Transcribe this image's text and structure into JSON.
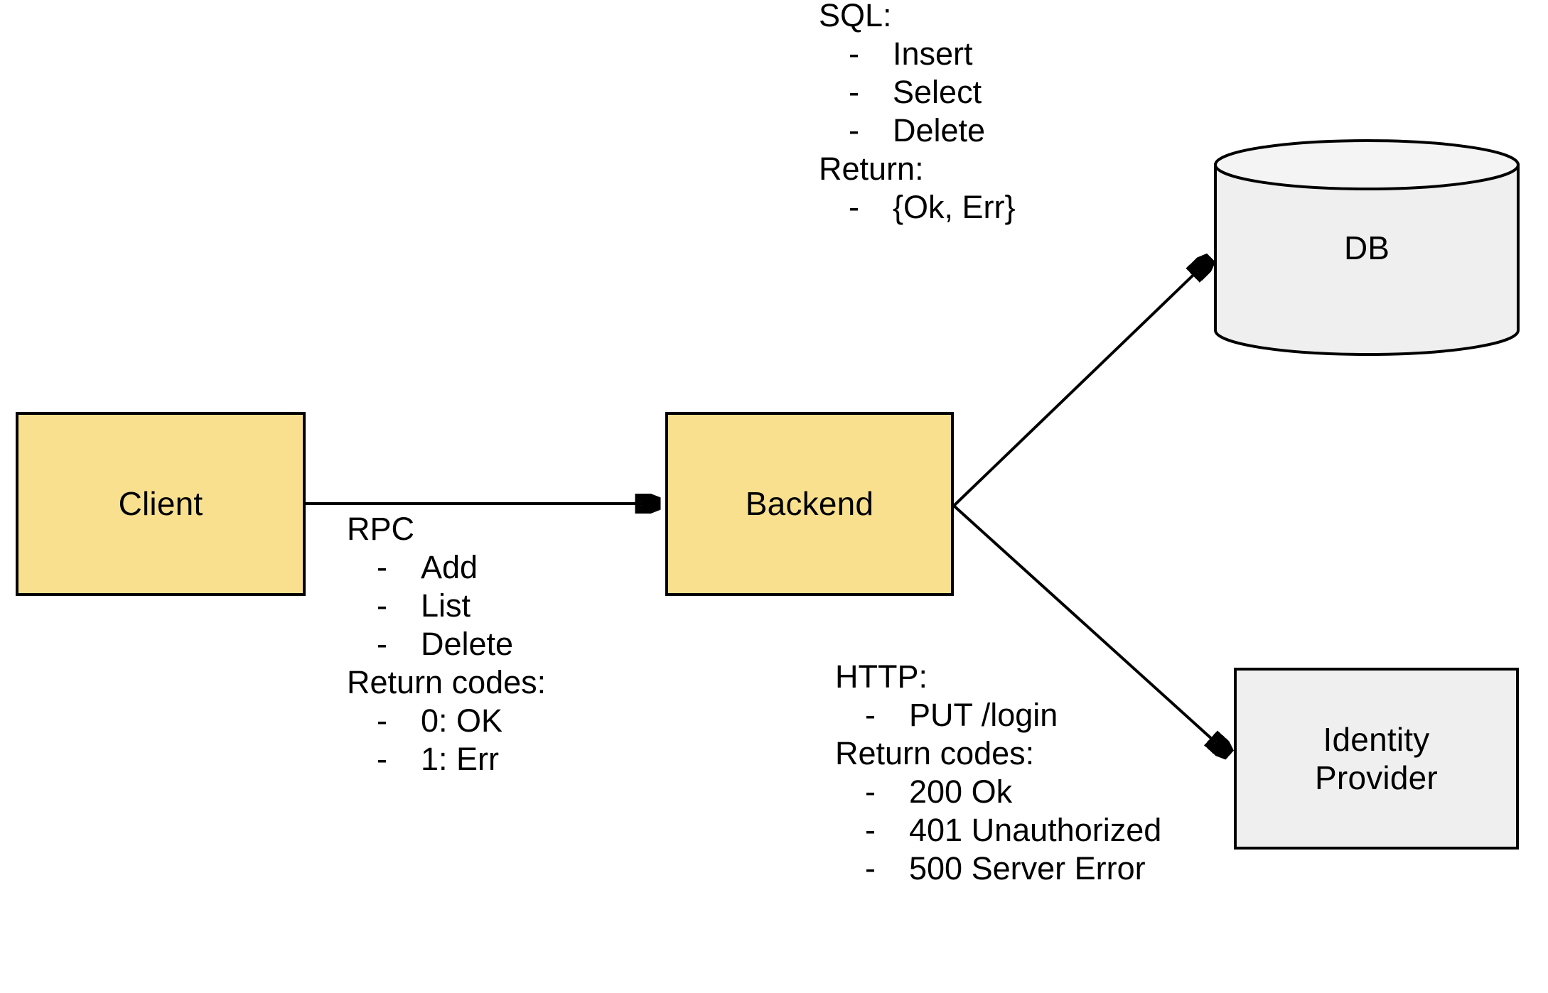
{
  "nodes": {
    "client": {
      "label": "Client",
      "fill": "#F8E08E",
      "shape": "rect"
    },
    "backend": {
      "label": "Backend",
      "fill": "#F8E08E",
      "shape": "rect"
    },
    "db": {
      "label": "DB",
      "fill": "#EFEFEF",
      "shape": "cylinder"
    },
    "identity_provider": {
      "label": "Identity\nProvider",
      "line1": "Identity",
      "line2": "Provider",
      "fill": "#EFEFEF",
      "shape": "rect"
    }
  },
  "edges": [
    {
      "from": "client",
      "to": "backend",
      "style": "solid-arrow"
    },
    {
      "from": "backend",
      "to": "db",
      "style": "solid-arrow"
    },
    {
      "from": "backend",
      "to": "identity_provider",
      "style": "solid-arrow"
    }
  ],
  "annotations": {
    "rpc": {
      "title": "RPC",
      "items": [
        "Add",
        "List",
        "Delete"
      ],
      "returns_title": "Return codes:",
      "returns": [
        "0: OK",
        "1: Err"
      ],
      "bullet": "-"
    },
    "sql": {
      "title": "SQL:",
      "items": [
        "Insert",
        "Select",
        "Delete"
      ],
      "returns_title": "Return:",
      "returns": [
        "{Ok, Err}"
      ],
      "bullet": "-"
    },
    "http": {
      "title": "HTTP:",
      "items": [
        "PUT /login"
      ],
      "returns_title": "Return codes:",
      "returns": [
        "200 Ok",
        "401 Unauthorized",
        "500 Server Error"
      ],
      "bullet": "-"
    }
  },
  "colors": {
    "node_yellow": "#F8E08E",
    "node_gray": "#EFEFEF",
    "stroke": "#000000",
    "background": "#FFFFFF"
  }
}
